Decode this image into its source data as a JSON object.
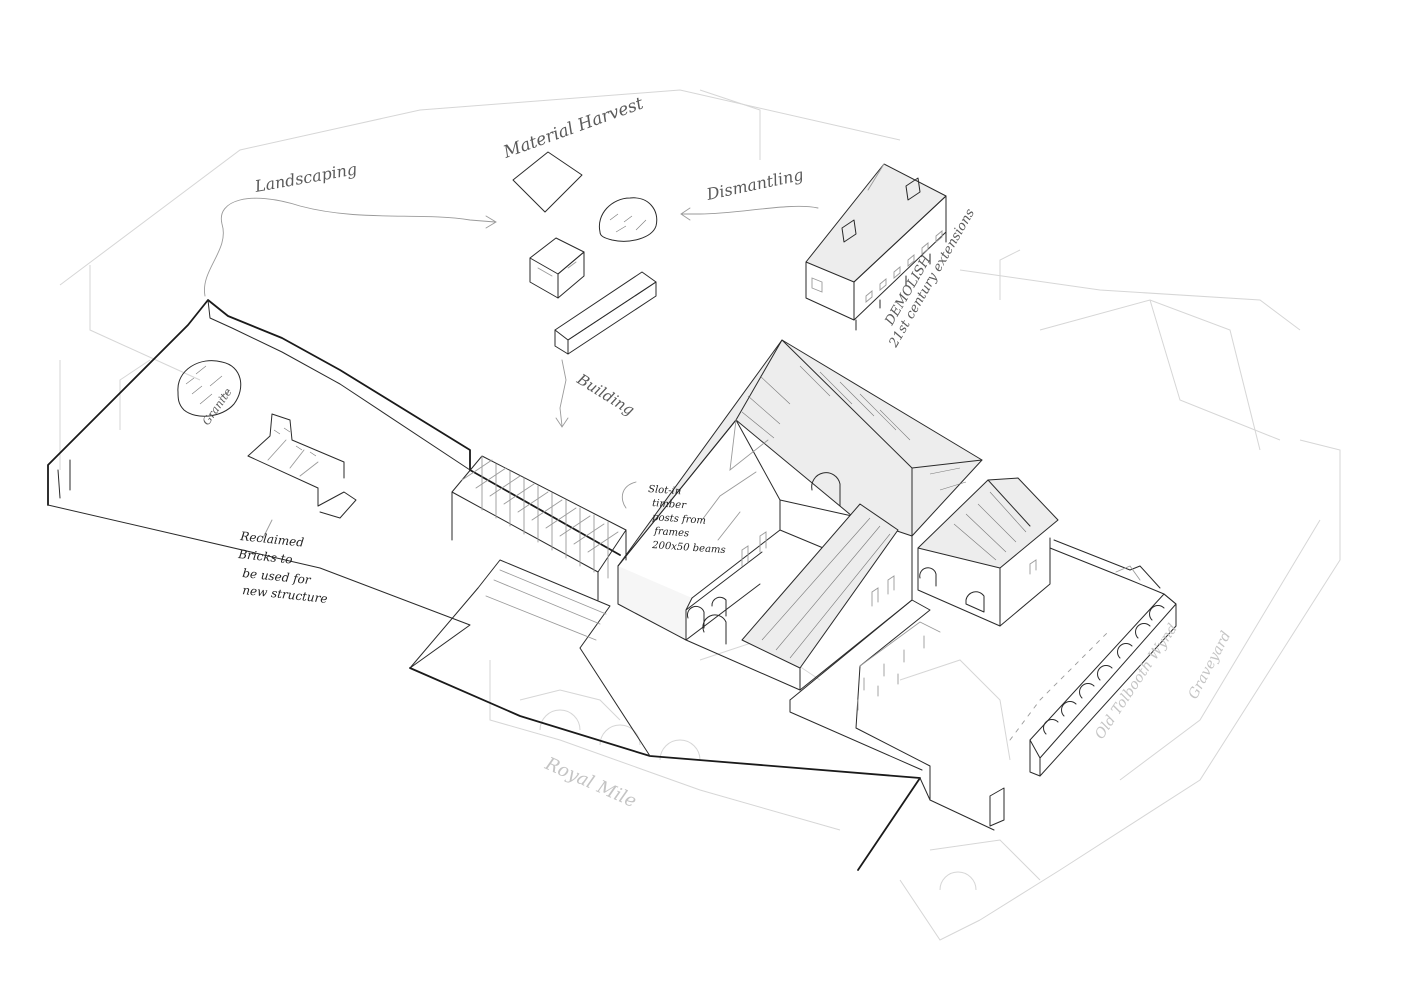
{
  "labels": {
    "material_harvest": "Material Harvest",
    "landscaping": "Landscaping",
    "dismantling": "Dismantling",
    "demolish_line1": "DEMOLISH",
    "demolish_line2": "21st century extensions",
    "building": "Building",
    "granite": "Granite",
    "reclaimed_line1": "Reclaimed",
    "reclaimed_line2": "Bricks to",
    "reclaimed_line3": "be used for",
    "reclaimed_line4": "new structure",
    "slot_line1": "Slot-in",
    "slot_line2": "timber",
    "slot_line3": "posts from",
    "slot_line4": "frames",
    "slot_line5": "200x50 beams",
    "royal_mile": "Royal Mile",
    "old_tolbooth_wynd": "Old Tolbooth Wynd",
    "graveyard": "Graveyard"
  },
  "colors": {
    "ink": "#2a2a2a",
    "pencil": "#9a9a9a",
    "ghost": "#d6d6d6",
    "paper": "#ffffff"
  }
}
